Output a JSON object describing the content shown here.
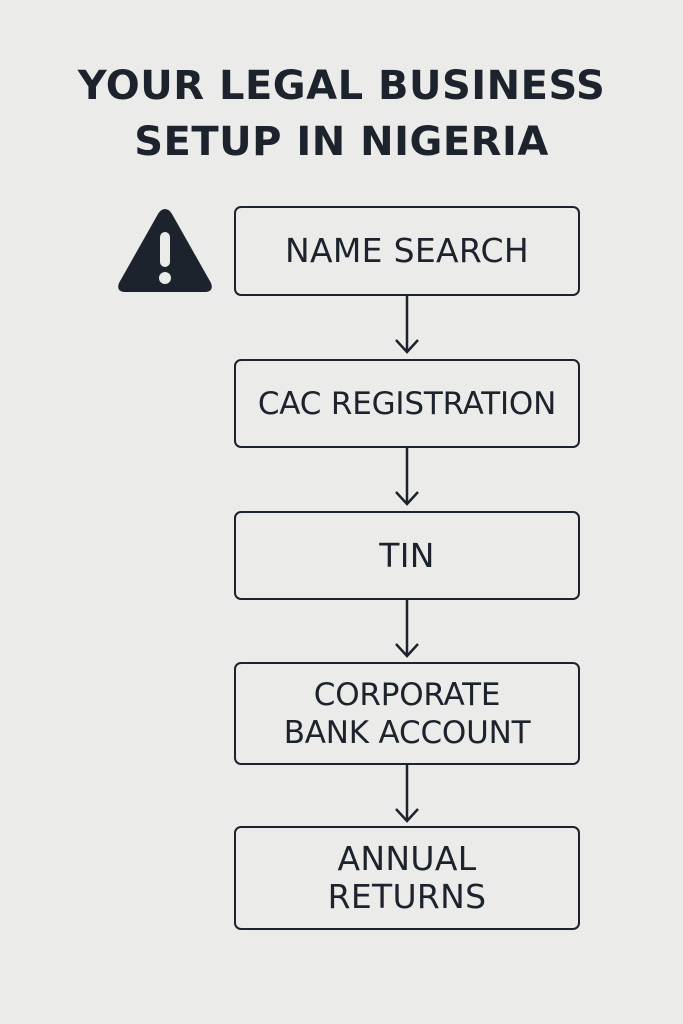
{
  "title": {
    "line1": "YOUR LEGAL BUSINESS",
    "line2": "SETUP IN NIGERIA"
  },
  "warning_icon": "warning-triangle-icon",
  "steps": [
    {
      "lines": [
        "NAME SEARCH"
      ]
    },
    {
      "lines": [
        "CAC REGISTRATION"
      ]
    },
    {
      "lines": [
        "TIN"
      ]
    },
    {
      "lines": [
        "CORPORATE",
        "BANK ACCOUNT"
      ]
    },
    {
      "lines": [
        "ANNUAL",
        "RETURNS"
      ]
    }
  ],
  "colors": {
    "background": "#ebebea",
    "ink": "#1c232c"
  }
}
